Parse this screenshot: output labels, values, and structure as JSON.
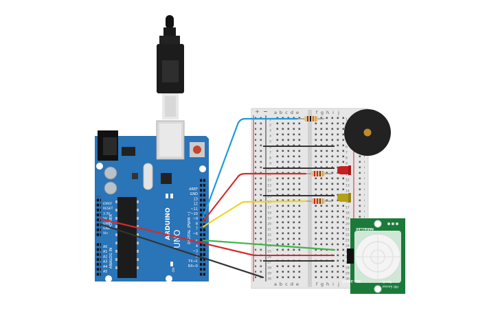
{
  "arduino": {
    "brand": "ARDUINO",
    "model": "UNO",
    "section_digital": "DIGITAL (PWM ~)",
    "section_power": "POWER",
    "section_analog": "ANALOG IN",
    "on_label": "ON",
    "reset_label": "RESET",
    "digital_pins": [
      "AREF",
      "GND",
      "13",
      "12",
      "~11",
      "~10",
      "~9",
      "8",
      "7",
      "~6",
      "~5",
      "4",
      "~3",
      "2",
      "TX→1",
      "RX←0"
    ],
    "power_pins": [
      "IOREF",
      "RESET",
      "3.3V",
      "5V",
      "GND",
      "GND",
      "Vin"
    ],
    "analog_pins": [
      "A0",
      "A1",
      "A2",
      "A3",
      "A4",
      "A5"
    ]
  },
  "breadboard": {
    "col_letters_left": [
      "a",
      "b",
      "c",
      "d",
      "e"
    ],
    "col_letters_right": [
      "f",
      "g",
      "h",
      "i",
      "j"
    ],
    "rail_plus": "+",
    "rail_minus": "−",
    "row_numbers": [
      "1",
      "2",
      "3",
      "4",
      "5",
      "6",
      "7",
      "8",
      "9",
      "10",
      "11",
      "12",
      "13",
      "14",
      "15",
      "16",
      "17",
      "18",
      "19",
      "20",
      "21",
      "22",
      "23",
      "24",
      "25",
      "26",
      "27",
      "28",
      "29",
      "30"
    ]
  },
  "pir": {
    "brand": "PARALLAX",
    "title": "PIR Sensor",
    "rev": "Rev B",
    "part": "555-28027"
  },
  "colors": {
    "board_blue": "#2a74b8",
    "breadboard": "#e6e6e6",
    "wire_blue": "#1e9ad6",
    "wire_red": "#d62a2a",
    "wire_yellow": "#f2d21e",
    "wire_green": "#3db54a",
    "wire_black": "#333333",
    "led_red": "#c62020",
    "led_yellow": "#b3a018",
    "pir_green": "#1b7a3a",
    "buzzer": "#222222"
  }
}
